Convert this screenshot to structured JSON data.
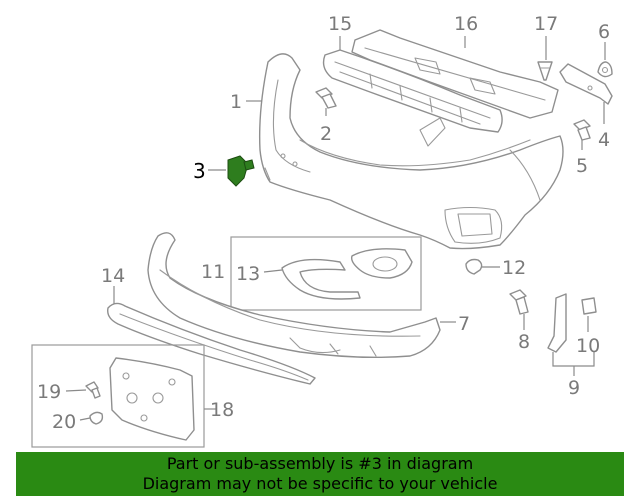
{
  "callouts": {
    "c1": "1",
    "c2": "2",
    "c3": "3",
    "c4": "4",
    "c5": "5",
    "c6": "6",
    "c7": "7",
    "c8": "8",
    "c9": "9",
    "c10": "10",
    "c11": "11",
    "c12": "12",
    "c13": "13",
    "c14": "14",
    "c15": "15",
    "c16": "16",
    "c17": "17",
    "c18": "18",
    "c19": "19",
    "c20": "20"
  },
  "highlighted_part": "3",
  "colors": {
    "highlight_part": "#2e7d1e",
    "banner_background": "#2a8a13",
    "line_art": "#8f8f8f",
    "callout_text": "#7a7a7a"
  },
  "banner": {
    "line1": "Part or sub-assembly is #3 in diagram",
    "line2": "Diagram may not be specific to your vehicle"
  }
}
